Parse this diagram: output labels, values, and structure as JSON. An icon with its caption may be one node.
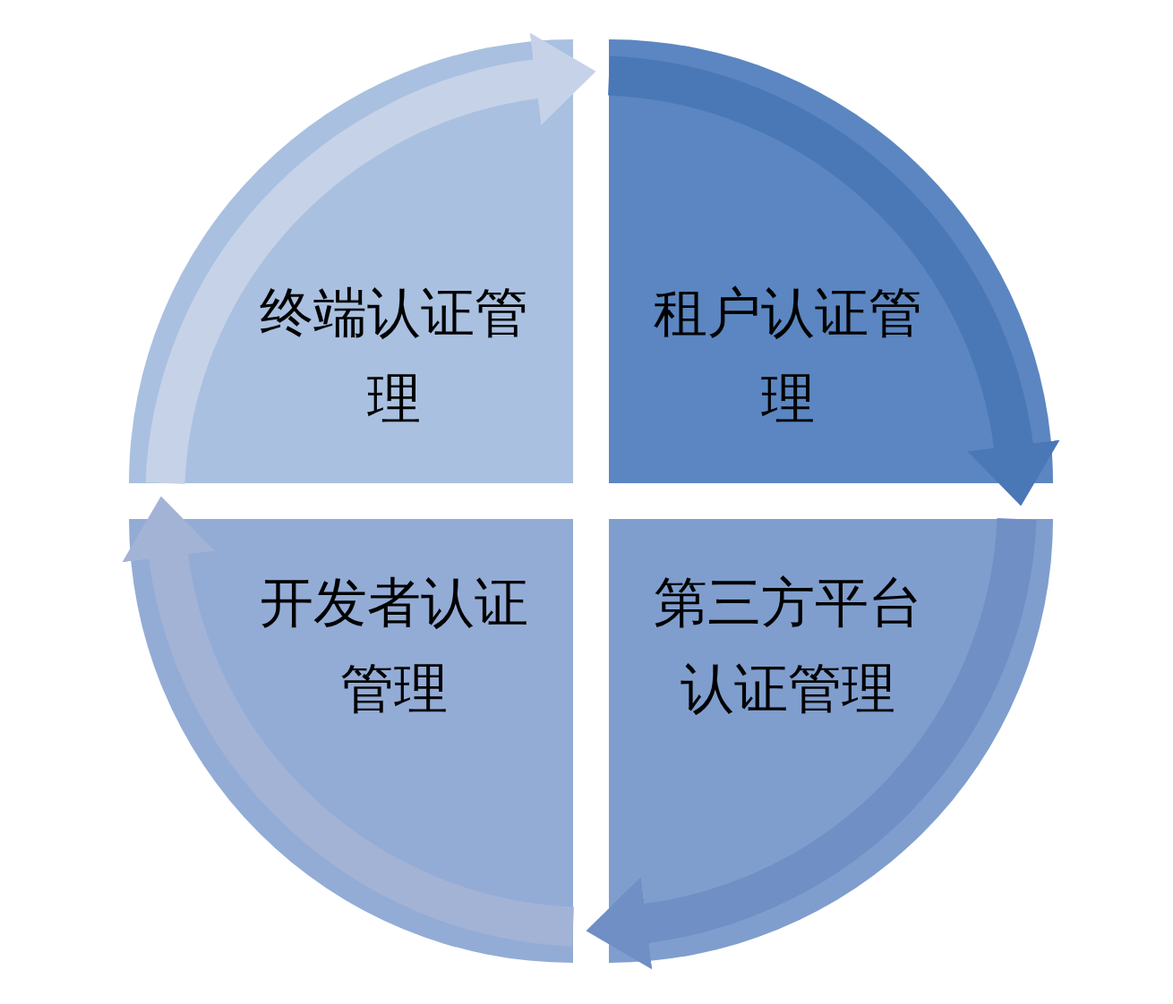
{
  "diagram": {
    "nodes": [
      {
        "text": [
          "终端认证管理"
        ]
      },
      {
        "text": [
          "租户认证管理"
        ]
      },
      {
        "text": [
          "开发者认证管理"
        ]
      },
      {
        "text": [
          "第三方平台认证管理"
        ]
      }
    ],
    "edges": [
      {
        "from": 0,
        "to": 1,
        "arrow": "to",
        "color": "#c6d2e8"
      },
      {
        "from": 1,
        "to": 3,
        "arrow": "to",
        "color": "#4a78b6"
      },
      {
        "from": 3,
        "to": 2,
        "arrow": "to",
        "color": "#6f8fc5"
      },
      {
        "from": 2,
        "to": 0,
        "arrow": "to",
        "color": "#a3b3d6"
      }
    ]
  }
}
